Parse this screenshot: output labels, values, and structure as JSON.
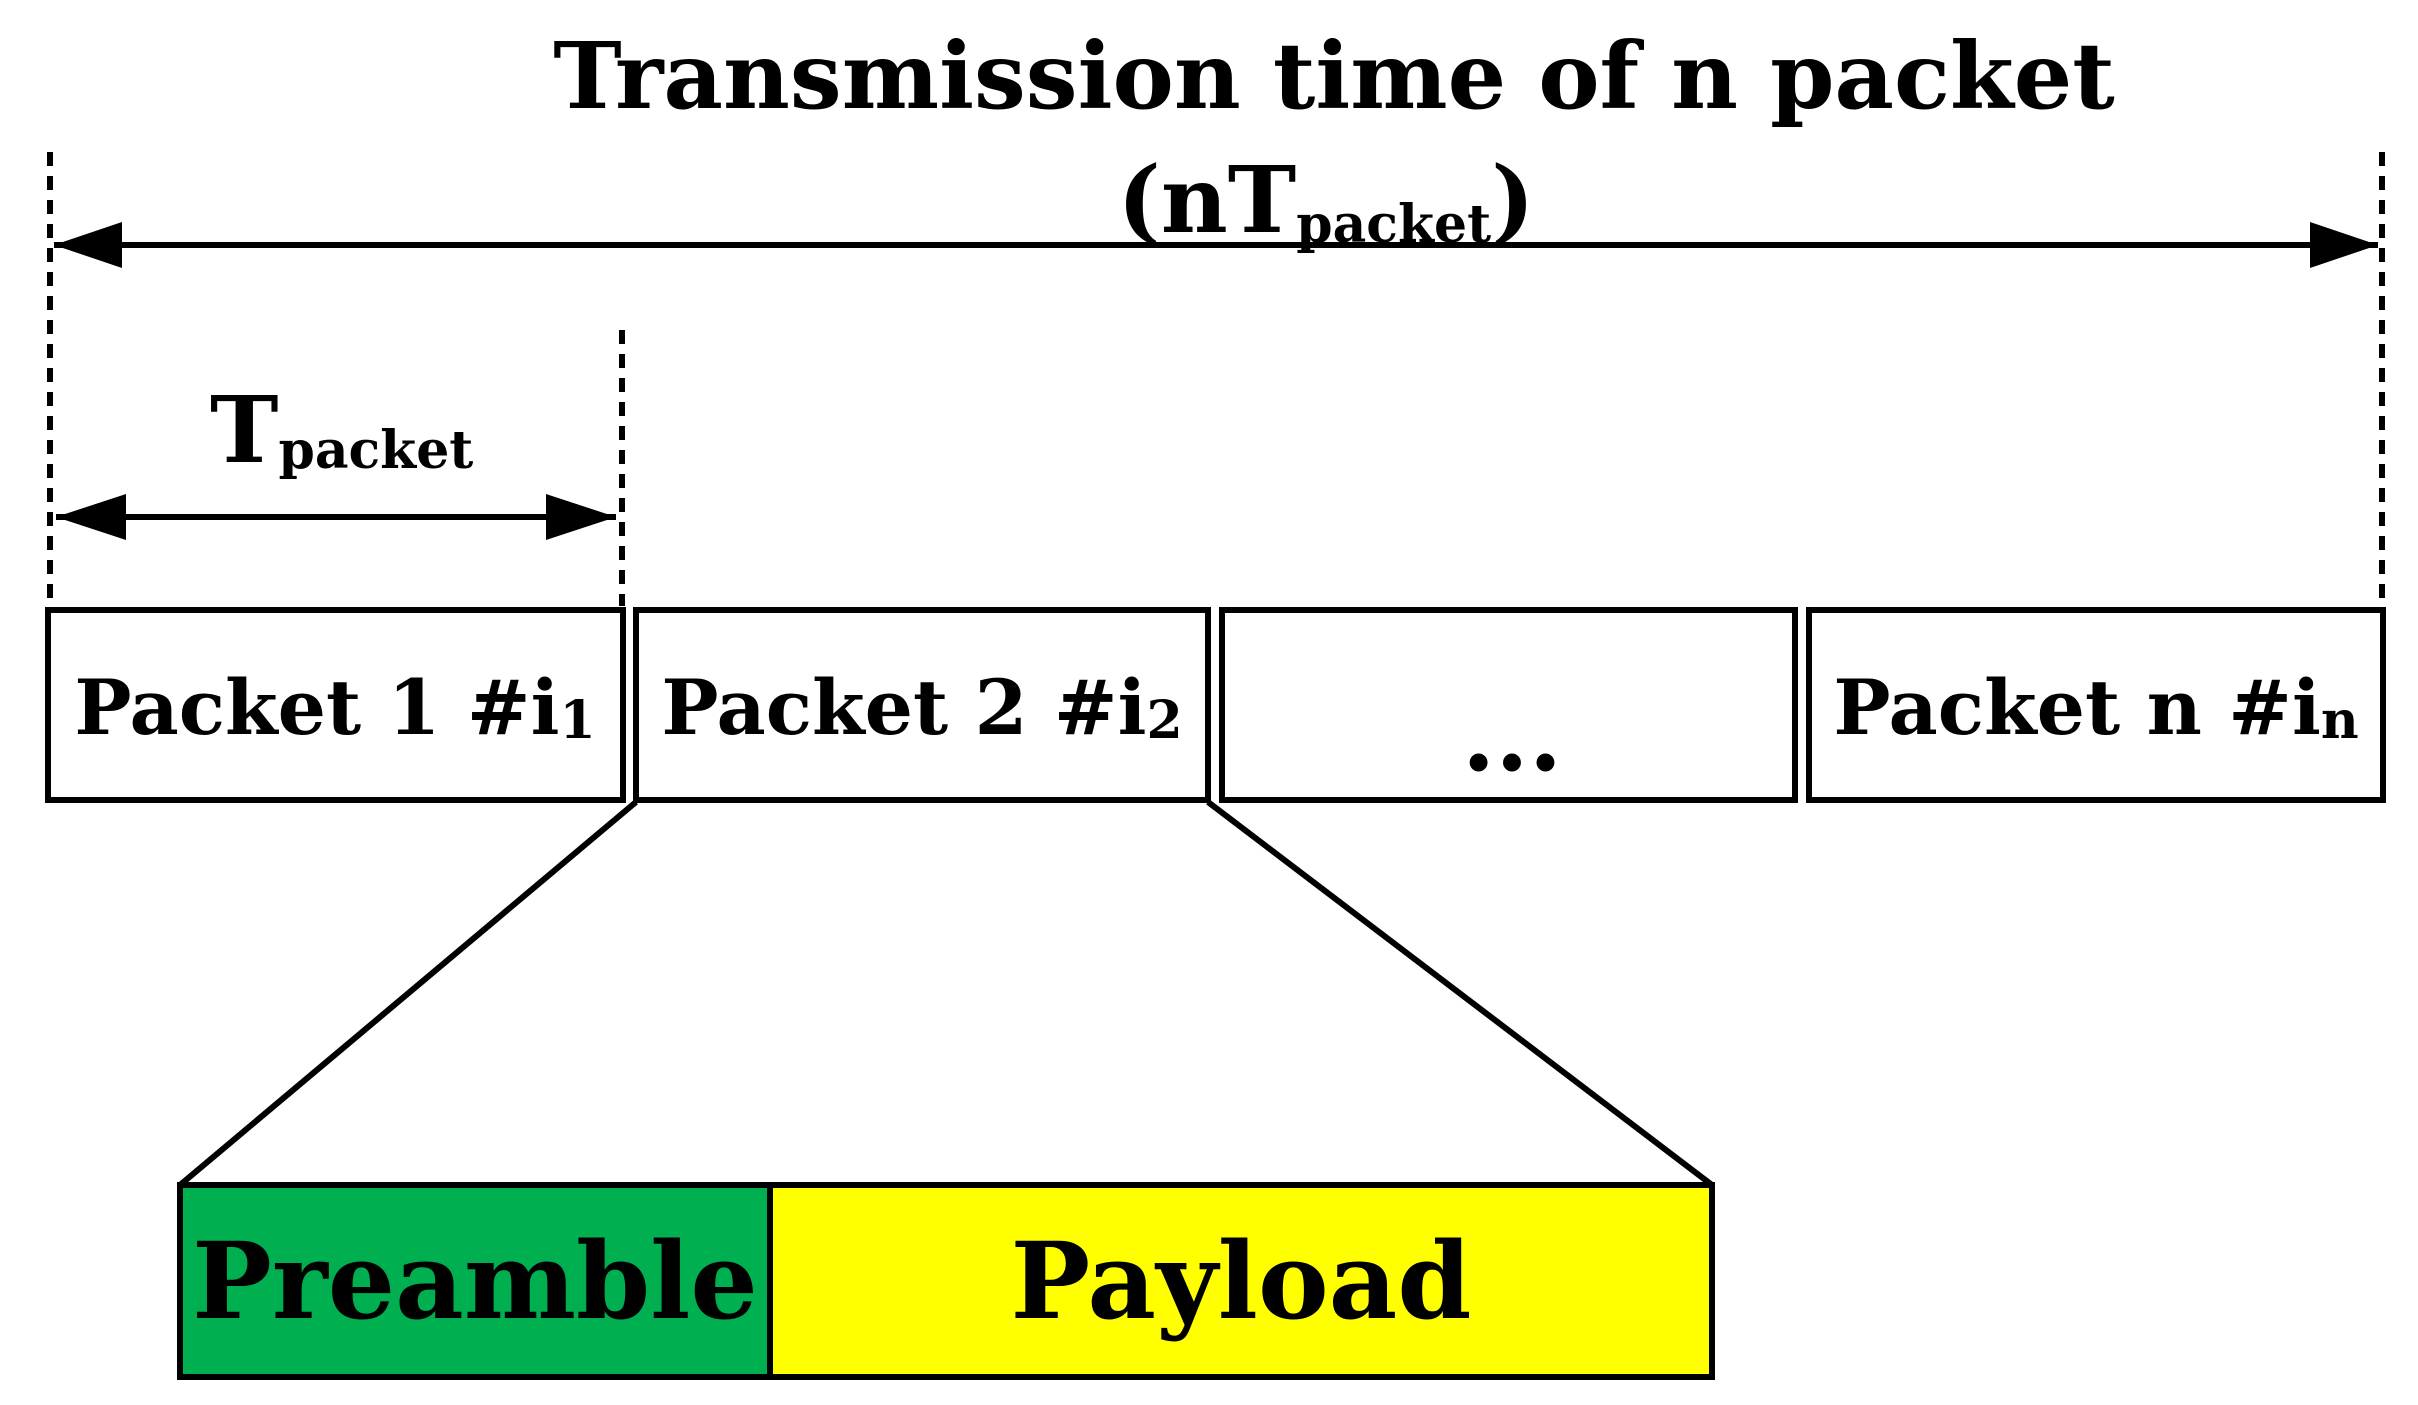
{
  "title": {
    "line1": "Transmission time of n packet",
    "paren_open": "(",
    "n": "n",
    "T": "T",
    "sub": "packet",
    "paren_close": ")"
  },
  "tpacket": {
    "T": "T",
    "sub": "packet"
  },
  "packets": [
    {
      "label": "Packet 1 #i",
      "sub": "1"
    },
    {
      "label": "Packet 2 #i",
      "sub": "2"
    },
    {
      "label": "...",
      "sub": ""
    },
    {
      "label": "Packet n #i",
      "sub": "n"
    }
  ],
  "segments": {
    "preamble": "Preamble",
    "payload": "Payload"
  },
  "colors": {
    "preamble": "#00b050",
    "payload": "#ffff00",
    "stroke": "#000000"
  }
}
